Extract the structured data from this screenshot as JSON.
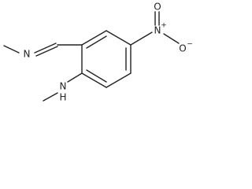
{
  "molecule": {
    "atoms": {
      "imine_n": "N",
      "nitro_n": "N",
      "nitro_plus": "+",
      "nitro_o_top": "O",
      "nitro_o_right": "O",
      "nitro_o_minus": "−",
      "amine_n": "N",
      "amine_h": "H"
    },
    "colors": {
      "bond": "#222222",
      "label": "#222222",
      "background": "#ffffff"
    }
  }
}
